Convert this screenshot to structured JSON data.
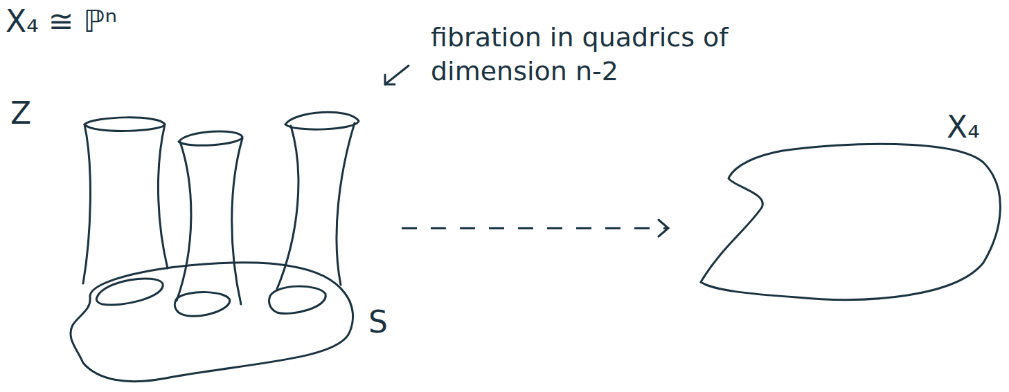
{
  "diagram": {
    "nodes": [
      {
        "text": [
          "Z"
        ]
      },
      {
        "text": [
          "S"
        ]
      },
      {
        "text": [
          "X₄"
        ]
      }
    ],
    "edges": [
      {
        "from": 0,
        "to": 2,
        "arrow": "to"
      }
    ],
    "labels": [
      "X₄ ≅ ℙⁿ",
      "fibration in quadrics of dimension n-2"
    ]
  }
}
